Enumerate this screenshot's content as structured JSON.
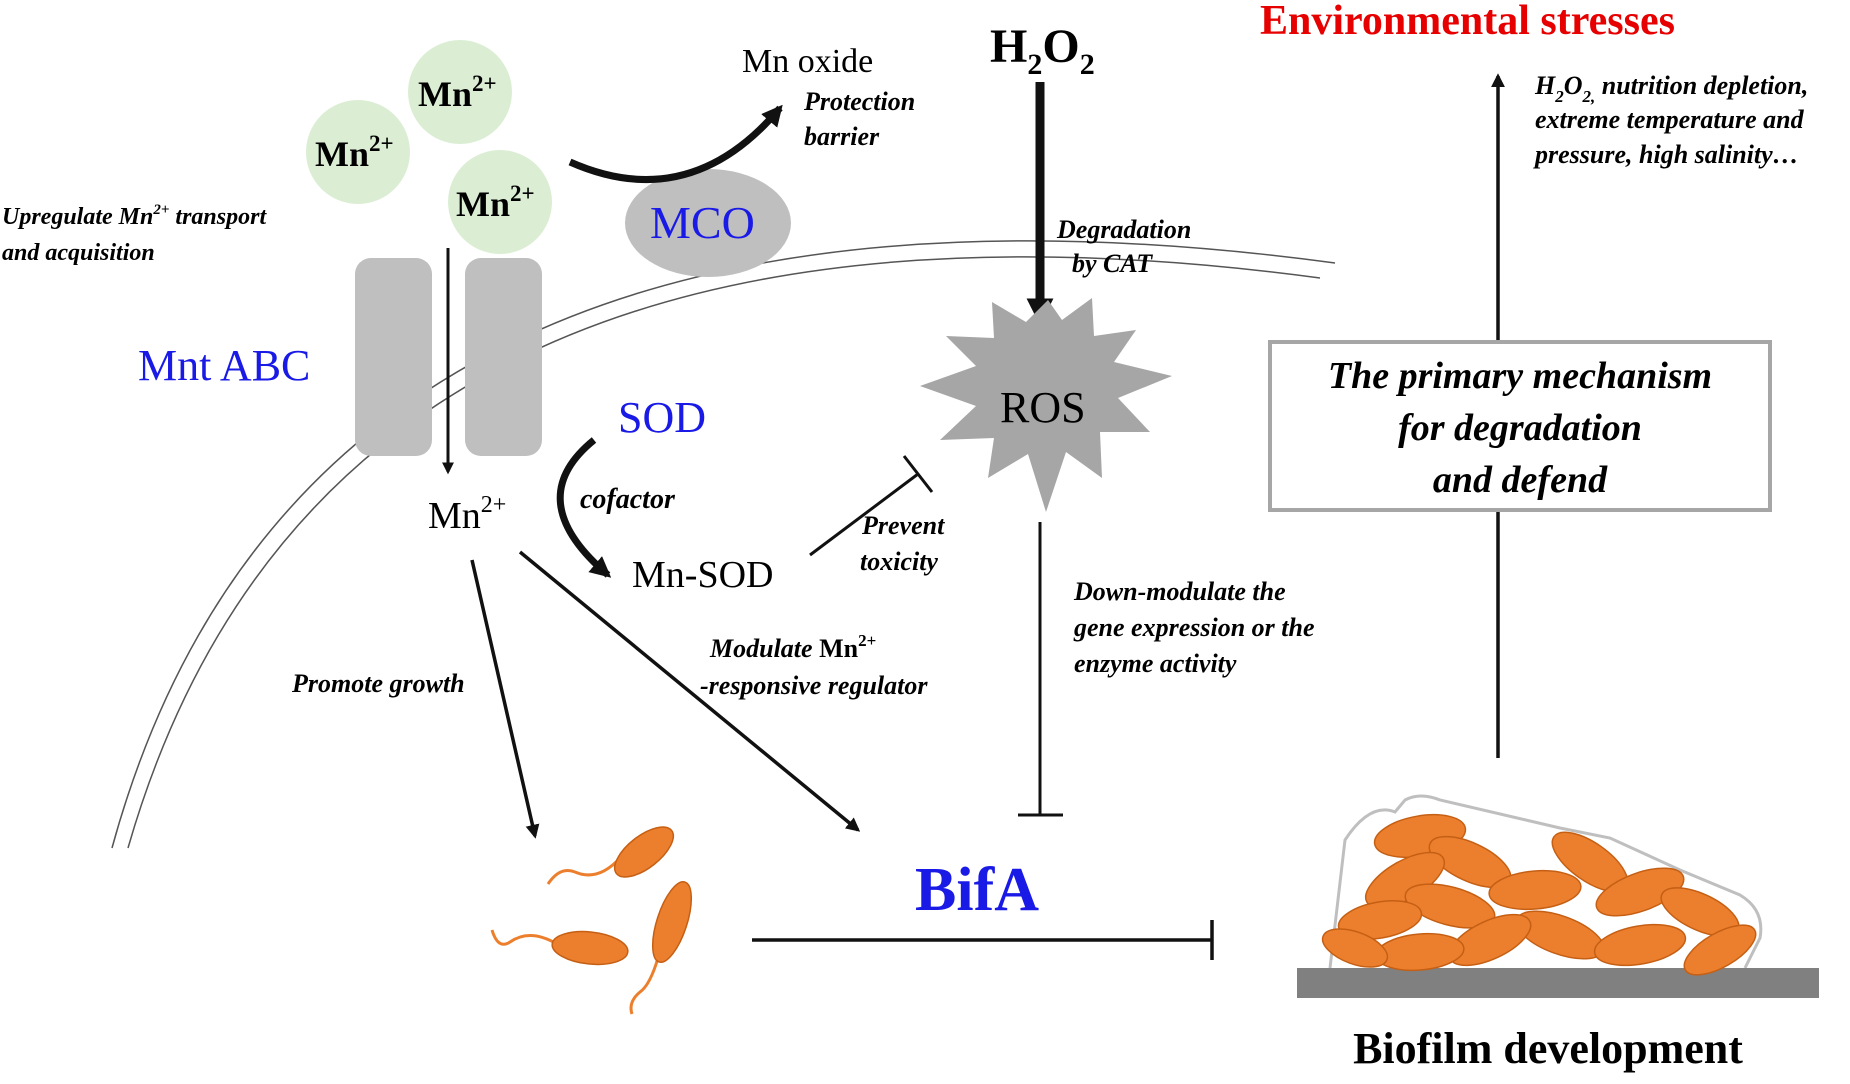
{
  "colors": {
    "blue_label": "#1a1ae6",
    "red_title": "#e60000",
    "mn_bubble": "#dbeed4",
    "bacteria": "#ec7f2d",
    "bacteria_stroke": "#c55f14",
    "protein_grey": "#bfbfbf",
    "ros_grey": "#a6a6a6",
    "substrate": "#808080",
    "membrane": "#555555",
    "line": "#111111"
  },
  "ions": {
    "mn_1_base": "Mn",
    "mn_1_sup": "2+",
    "mn_2_base": "Mn",
    "mn_2_sup": "2+",
    "mn_3_base": "Mn",
    "mn_3_sup": "2+",
    "mn_inside_base": "Mn",
    "mn_inside_sup": "2+"
  },
  "labels": {
    "mn_oxide": "Mn oxide",
    "protection_1": "Protection",
    "protection_2": "barrier",
    "mco": "MCO",
    "h2o2_h": "H",
    "h2o2_2a": "2",
    "h2o2_o": "O",
    "h2o2_2b": "2",
    "env_title": "Environmental stresses",
    "env_line1_h": "H",
    "env_line1_2a": "2",
    "env_line1_o": "O",
    "env_line1_2b": "2,",
    "env_line1_rest": " nutrition depletion,",
    "env_line2": "extreme temperature and",
    "env_line3": "pressure, high salinity…",
    "upregulate_1a": "Upregulate Mn",
    "upregulate_1sup": "2+",
    "upregulate_1b": " transport",
    "upregulate_2": "and acquisition",
    "mnt_abc": "Mnt ABC",
    "degradation_1": "Degradation",
    "degradation_2": "by CAT",
    "ros": "ROS",
    "sod": "SOD",
    "cofactor": "cofactor",
    "mn_sod": "Mn-SOD",
    "prevent_1": "Prevent",
    "prevent_2": "toxicity",
    "down_1": "Down-modulate the",
    "down_2": "gene expression or the",
    "down_3": "enzyme activity",
    "modulate_1a": "Modulate ",
    "modulate_1b": "Mn",
    "modulate_1sup": "2+",
    "modulate_2": "-responsive regulator",
    "promote": "Promote growth",
    "bifa": "BifA",
    "mechanism_1": "The primary mechanism",
    "mechanism_2": "for degradation",
    "mechanism_3": "and defend",
    "biofilm": "Biofilm development"
  }
}
